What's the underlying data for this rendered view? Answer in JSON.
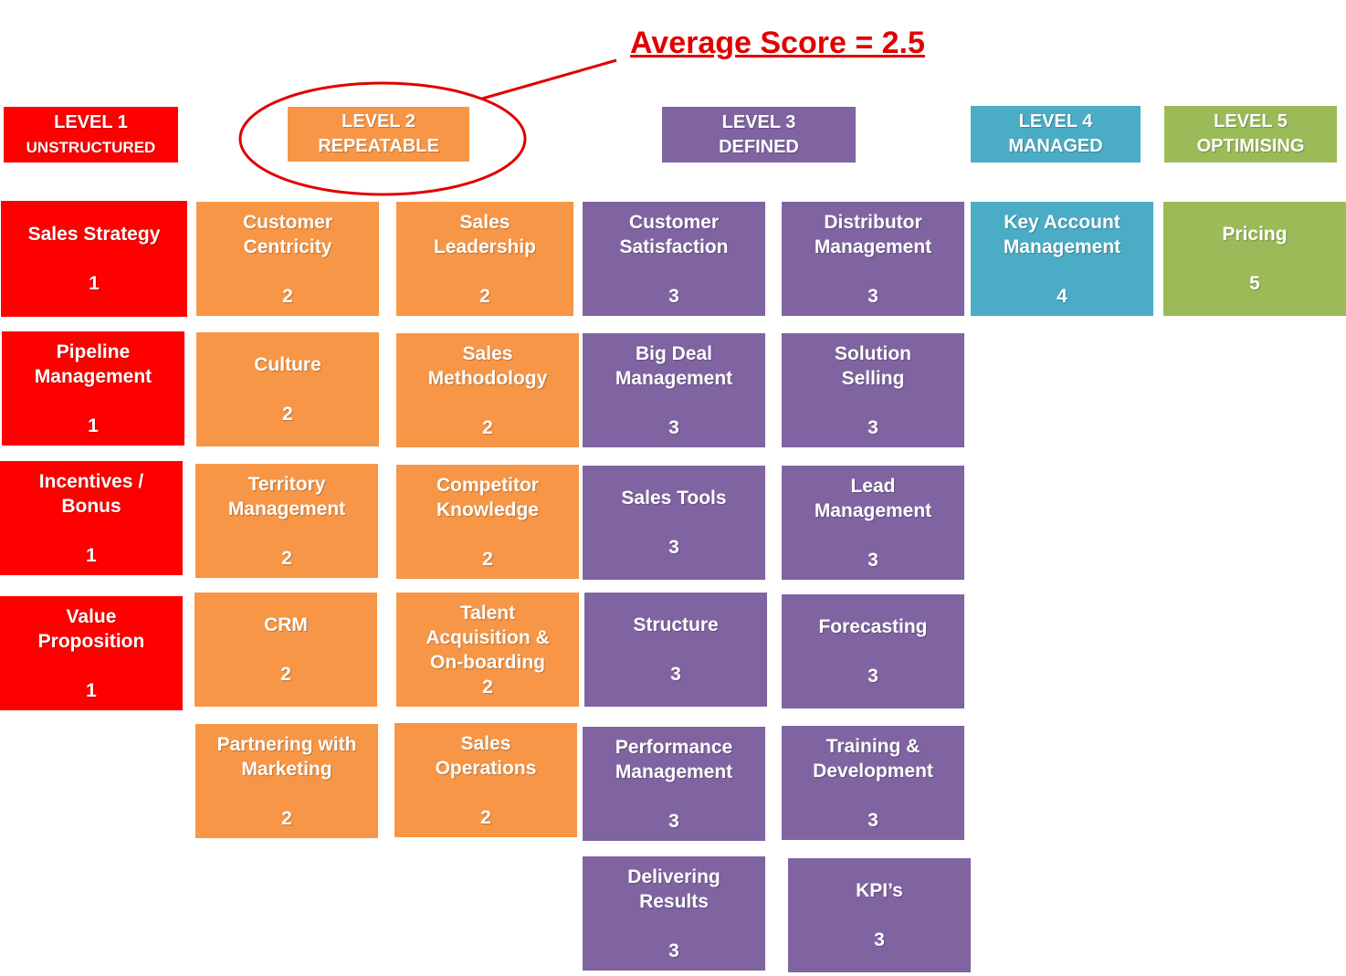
{
  "average_label": "Average Score = 2.5",
  "colors": {
    "level1": "#ff0000",
    "level2": "#f79646",
    "level3": "#8064a2",
    "level4": "#4bacc6",
    "level5": "#9bbb59",
    "callout": "#e00000"
  },
  "levels": [
    {
      "line1": "LEVEL 1",
      "line2": "UNSTRUCTURED"
    },
    {
      "line1": "LEVEL 2",
      "line2": "REPEATABLE"
    },
    {
      "line1": "LEVEL 3",
      "line2": "DEFINED"
    },
    {
      "line1": "LEVEL 4",
      "line2": "MANAGED"
    },
    {
      "line1": "LEVEL 5",
      "line2": "OPTIMISING"
    }
  ],
  "tiles": [
    {
      "name": "Sales Strategy",
      "score": "1"
    },
    {
      "name": "Pipeline\nManagement",
      "score": "1"
    },
    {
      "name": "Incentives /\nBonus",
      "score": "1"
    },
    {
      "name": "Value\nProposition",
      "score": "1"
    },
    {
      "name": "Customer\nCentricity",
      "score": "2"
    },
    {
      "name": "Culture",
      "score": "2"
    },
    {
      "name": "Territory\nManagement",
      "score": "2"
    },
    {
      "name": "CRM",
      "score": "2"
    },
    {
      "name": "Partnering with\nMarketing",
      "score": "2"
    },
    {
      "name": "Sales\nLeadership",
      "score": "2"
    },
    {
      "name": "Sales\nMethodology",
      "score": "2"
    },
    {
      "name": "Competitor\nKnowledge",
      "score": "2"
    },
    {
      "name": "Talent\nAcquisition &\nOn-boarding",
      "score": "2"
    },
    {
      "name": "Sales\nOperations",
      "score": "2"
    },
    {
      "name": "Customer\nSatisfaction",
      "score": "3"
    },
    {
      "name": "Big Deal\nManagement",
      "score": "3"
    },
    {
      "name": "Sales Tools",
      "score": "3"
    },
    {
      "name": "Structure",
      "score": "3"
    },
    {
      "name": "Performance\nManagement",
      "score": "3"
    },
    {
      "name": "Delivering\nResults",
      "score": "3"
    },
    {
      "name": "Distributor\nManagement",
      "score": "3"
    },
    {
      "name": "Solution\nSelling",
      "score": "3"
    },
    {
      "name": "Lead\nManagement",
      "score": "3"
    },
    {
      "name": "Forecasting",
      "score": "3"
    },
    {
      "name": "Training &\nDevelopment",
      "score": "3"
    },
    {
      "name": "KPI’s",
      "score": "3"
    },
    {
      "name": "Key Account\nManagement",
      "score": "4"
    },
    {
      "name": "Pricing",
      "score": "5"
    }
  ]
}
